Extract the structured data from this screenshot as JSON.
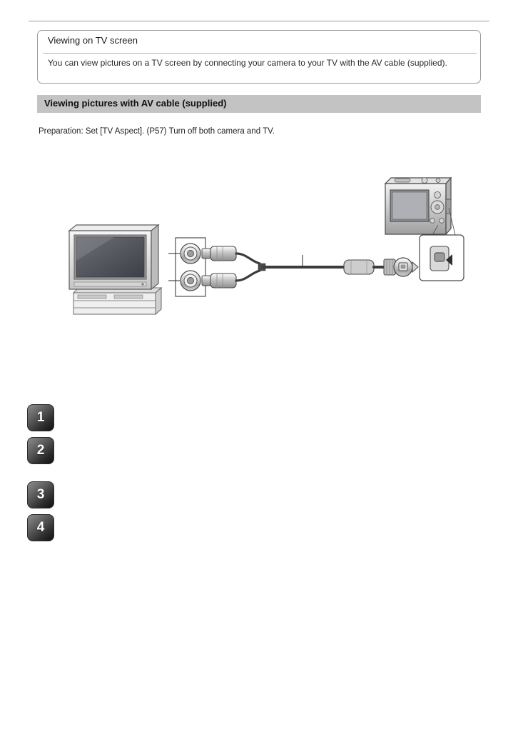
{
  "page": {
    "title": "Viewing on TV screen",
    "subtitle": "You can view pictures on a TV screen by connecting your camera to your TV with the AV cable (supplied).",
    "section_heading": "Viewing pictures with AV cable (supplied)",
    "intro": "Preparation: Set [TV Aspect]. (P57) Turn off both camera and TV.",
    "body_copy": "",
    "footer_note": "",
    "page_number": "",
    "page_footer_label": ""
  },
  "steps": [
    {
      "number": "1",
      "text": "",
      "sub": ""
    },
    {
      "number": "2",
      "text": "",
      "sub": ""
    },
    {
      "number": "3",
      "text": "",
      "sub": ""
    },
    {
      "number": "4",
      "text": "",
      "sub": ""
    }
  ],
  "illustration": {
    "tv_label": "",
    "camera_label": "",
    "video_jack_label": "",
    "audio_jack_label": "",
    "cable_label": "",
    "socket_label": "",
    "arrow_label": "",
    "colors": {
      "yellow_plug": "#d8d8d8",
      "white_plug": "#e6e6e6",
      "body_gray": "#b9b9b9",
      "outline": "#4a4a4a",
      "screen_dark": "#4f4f55",
      "arrow": "#9a9a9a"
    }
  }
}
